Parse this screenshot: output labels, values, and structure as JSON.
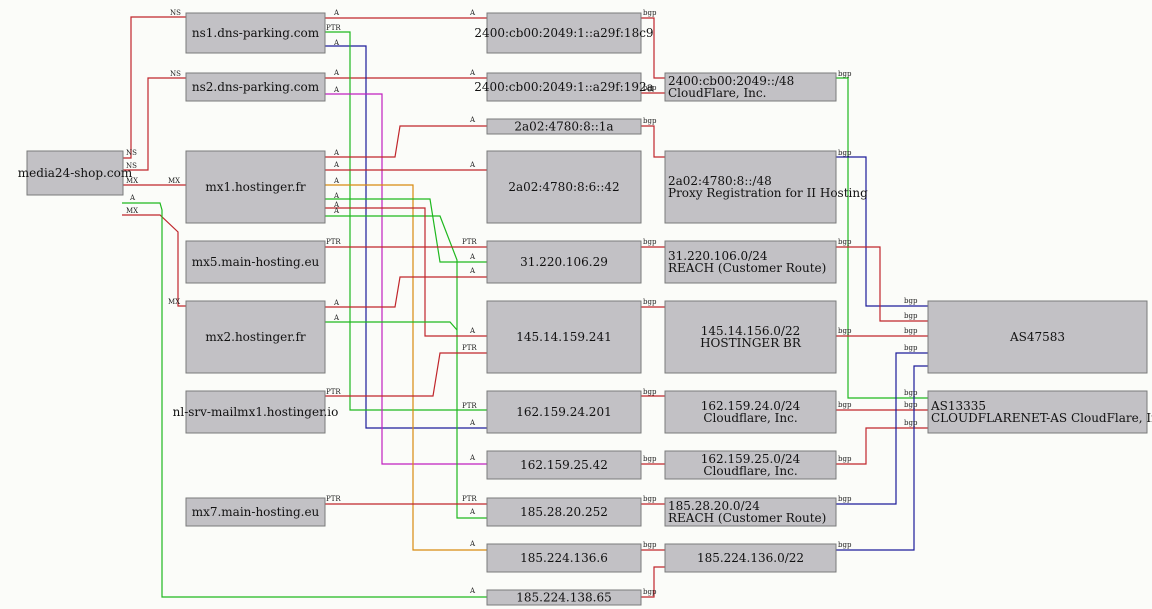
{
  "colors": {
    "red": "#c0262c",
    "green": "#1fb81f",
    "navy": "#1c1c9a",
    "magenta": "#c020c0",
    "orange": "#d88a10",
    "node_fill": "#c2c1c5"
  },
  "nodes": {
    "domain": [
      "media24-shop.com"
    ],
    "ns1": [
      "ns1.dns-parking.com"
    ],
    "ns2": [
      "ns2.dns-parking.com"
    ],
    "mx1": [
      "mx1.hostinger.fr"
    ],
    "mx5": [
      "mx5.main-hosting.eu"
    ],
    "mx2": [
      "mx2.hostinger.fr"
    ],
    "nlsrv": [
      "nl-srv-mailmx1.hostinger.io"
    ],
    "mx7": [
      "mx7.main-hosting.eu"
    ],
    "ip6a": [
      "2400:cb00:2049:1::a29f:18c9"
    ],
    "ip6b": [
      "2400:cb00:2049:1::a29f:192a"
    ],
    "ip6c": [
      "2a02:4780:8::1a"
    ],
    "ip6d": [
      "2a02:4780:8:6::42"
    ],
    "ip31": [
      "31.220.106.29"
    ],
    "ip145": [
      "145.14.159.241"
    ],
    "ip162a": [
      "162.159.24.201"
    ],
    "ip162b": [
      "162.159.25.42"
    ],
    "ip185a": [
      "185.28.20.252"
    ],
    "ip185b": [
      "185.224.136.6"
    ],
    "ip185c": [
      "185.224.138.65"
    ],
    "net2400": [
      "2400:cb00:2049::/48",
      "CloudFlare, Inc."
    ],
    "net2a02": [
      "2a02:4780:8::/48",
      "Proxy Registration for II Hosting"
    ],
    "net31": [
      "31.220.106.0/24",
      "REACH (Customer Route)"
    ],
    "net145": [
      "145.14.156.0/22",
      "HOSTINGER BR"
    ],
    "net162a": [
      "162.159.24.0/24",
      "Cloudflare, Inc."
    ],
    "net162b": [
      "162.159.25.0/24",
      "Cloudflare, Inc."
    ],
    "net185a": [
      "185.28.20.0/24",
      "REACH (Customer Route)"
    ],
    "net185b": [
      "185.224.136.0/22"
    ],
    "as47583": [
      "AS47583"
    ],
    "as13335": [
      "AS13335",
      "CLOUDFLARENET-AS CloudFlare, Inc."
    ]
  },
  "edge_labels": {
    "ns": "NS",
    "mx": "MX",
    "a": "A",
    "ptr": "PTR",
    "bgp": "bgp"
  }
}
